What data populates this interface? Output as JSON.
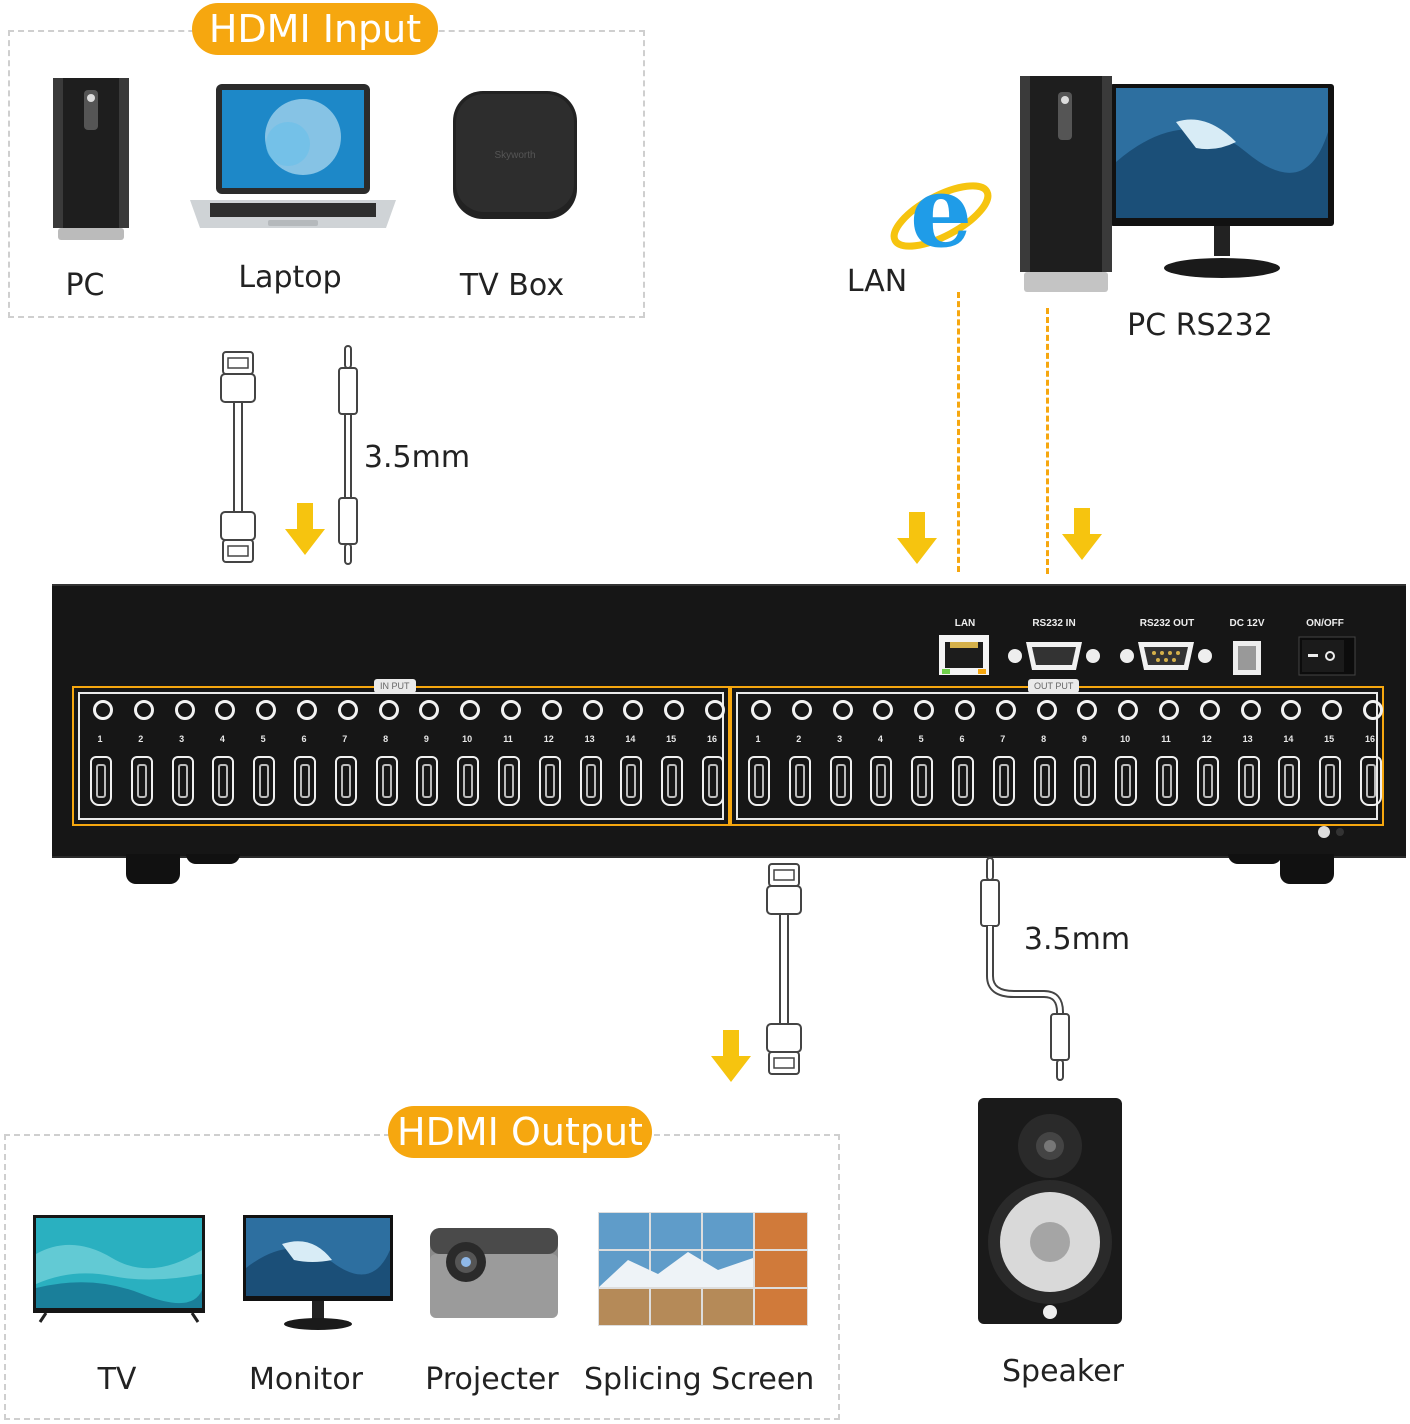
{
  "hdmi_input": {
    "title": "HDMI Input",
    "devices": [
      {
        "label": "PC",
        "icon": "pc-tower-icon"
      },
      {
        "label": "Laptop",
        "icon": "laptop-icon"
      },
      {
        "label": "TV Box",
        "icon": "tv-box-icon",
        "brand": "Skyworth"
      }
    ]
  },
  "input_cables": {
    "audio_label": "3.5mm"
  },
  "control": {
    "lan_label": "LAN",
    "pc_label": "PC RS232"
  },
  "matrix": {
    "rear_labels": {
      "lan": "LAN",
      "rs232_in": "RS232 IN",
      "rs232_out": "RS232 OUT",
      "dc": "DC 12V",
      "power": "ON/OFF"
    },
    "input_group": "IN PUT",
    "output_group": "OUT PUT",
    "input_ports": [
      "1",
      "2",
      "3",
      "4",
      "5",
      "6",
      "7",
      "8",
      "9",
      "10",
      "11",
      "12",
      "13",
      "14",
      "15",
      "16"
    ],
    "output_ports": [
      "1",
      "2",
      "3",
      "4",
      "5",
      "6",
      "7",
      "8",
      "9",
      "10",
      "11",
      "12",
      "13",
      "14",
      "15",
      "16"
    ]
  },
  "output_cables": {
    "audio_label": "3.5mm"
  },
  "hdmi_output": {
    "title": "HDMI Output",
    "devices": [
      {
        "label": "TV",
        "icon": "tv-icon"
      },
      {
        "label": "Monitor",
        "icon": "monitor-icon"
      },
      {
        "label": "Projecter",
        "icon": "projector-icon"
      },
      {
        "label": "Splicing Screen",
        "icon": "video-wall-icon"
      }
    ]
  },
  "speaker": {
    "label": "Speaker",
    "icon": "speaker-icon"
  },
  "colors": {
    "accent": "#f6a70f",
    "device": "#161616",
    "white": "#ffffff"
  }
}
